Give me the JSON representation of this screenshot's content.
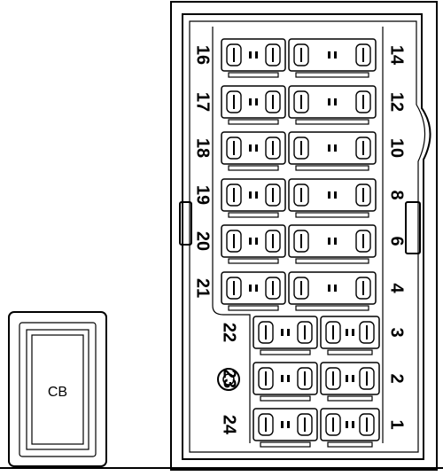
{
  "breaker": {
    "label": "CB"
  },
  "fuses": {
    "left_column": [
      "16",
      "17",
      "18",
      "19",
      "20",
      "21"
    ],
    "right_column_upper": [
      "14",
      "12",
      "10",
      "8",
      "6",
      "4"
    ],
    "right_column_lower": [
      "3",
      "2",
      "1"
    ],
    "middle_lower": [
      "22",
      "23",
      "24"
    ]
  }
}
